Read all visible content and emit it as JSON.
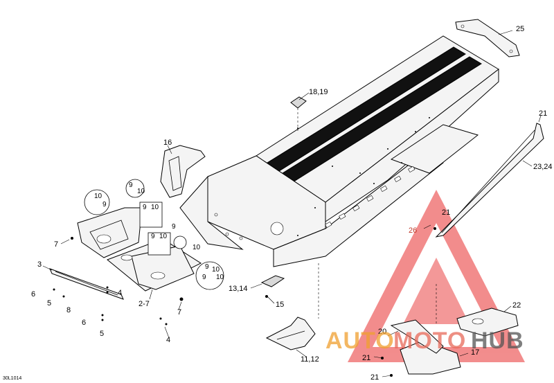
{
  "diagram_code": "30L1014",
  "callouts": [
    {
      "id": "c25",
      "text": "25"
    },
    {
      "id": "c18",
      "text": "18,19"
    },
    {
      "id": "c21a",
      "text": "21"
    },
    {
      "id": "c23",
      "text": "23,24"
    },
    {
      "id": "c16",
      "text": "16"
    },
    {
      "id": "c10a",
      "text": "10"
    },
    {
      "id": "c9a",
      "text": "9"
    },
    {
      "id": "c10b",
      "text": "10"
    },
    {
      "id": "c9b",
      "text": "9"
    },
    {
      "id": "c10c",
      "text": "10"
    },
    {
      "id": "c9c",
      "text": "9"
    },
    {
      "id": "c10d",
      "text": "10"
    },
    {
      "id": "c9d",
      "text": "9"
    },
    {
      "id": "c10e",
      "text": "10"
    },
    {
      "id": "c9e",
      "text": "9"
    },
    {
      "id": "c10f",
      "text": "10"
    },
    {
      "id": "c9f",
      "text": "9"
    },
    {
      "id": "c10g",
      "text": "10"
    },
    {
      "id": "c9g",
      "text": "9"
    },
    {
      "id": "c7a",
      "text": "7"
    },
    {
      "id": "c3",
      "text": "3"
    },
    {
      "id": "c6a",
      "text": "6"
    },
    {
      "id": "c5a",
      "text": "5"
    },
    {
      "id": "c8",
      "text": "8"
    },
    {
      "id": "c4a",
      "text": "4"
    },
    {
      "id": "c27",
      "text": "2-7"
    },
    {
      "id": "c6b",
      "text": "6"
    },
    {
      "id": "c5b",
      "text": "5"
    },
    {
      "id": "c7b",
      "text": "7"
    },
    {
      "id": "c4b",
      "text": "4"
    },
    {
      "id": "c1314",
      "text": "13,14"
    },
    {
      "id": "c15",
      "text": "15"
    },
    {
      "id": "c1112",
      "text": "11,12"
    },
    {
      "id": "c21b",
      "text": "21"
    },
    {
      "id": "c26",
      "text": "26"
    },
    {
      "id": "c22",
      "text": "22"
    },
    {
      "id": "c20",
      "text": "20"
    },
    {
      "id": "c21c",
      "text": "21"
    },
    {
      "id": "c17",
      "text": "17"
    },
    {
      "id": "c21d",
      "text": "21"
    }
  ],
  "watermark": {
    "word1": "AUTO",
    "word2": "MOTO",
    "word3": "HUB",
    "color1": "#f0a030",
    "color2": "#e86a5a",
    "color3": "#555555",
    "triangle_color": "#e83030"
  }
}
